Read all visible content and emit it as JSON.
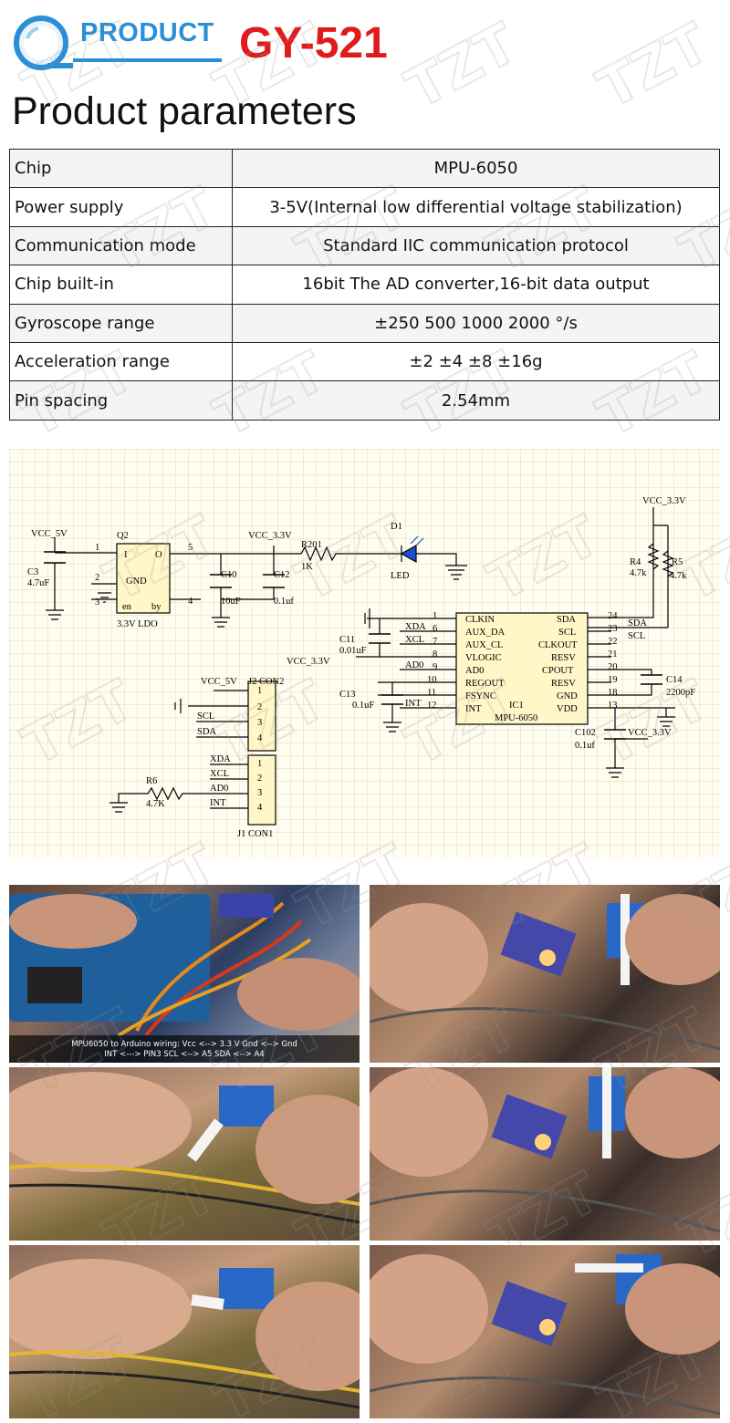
{
  "header": {
    "brand": "PRODUCT",
    "model": "GY-521",
    "section_title": "Product parameters",
    "watermark": "TZT"
  },
  "params": [
    {
      "key": "Chip",
      "value": "MPU-6050"
    },
    {
      "key": "Power supply",
      "value": "3-5V(Internal low differential voltage stabilization)"
    },
    {
      "key": "Communication mode",
      "value": "Standard IIC communication protocol"
    },
    {
      "key": "Chip built-in",
      "value": "16bit The AD converter,16-bit data output"
    },
    {
      "key": "Gyroscope range",
      "value": "±250 500 1000 2000 °/s"
    },
    {
      "key": "Acceleration range",
      "value": "±2 ±4 ±8 ±16g"
    },
    {
      "key": "Pin spacing",
      "value": "2.54mm"
    }
  ],
  "schematic": {
    "vcc5_a": "VCC_5V",
    "q2": "Q2",
    "c3": "C3",
    "c3v": "4.7uF",
    "q_i": "I",
    "q_o": "O",
    "q_gnd": "GND",
    "q_en": "en",
    "q_by": "by",
    "ldo": "3.3V  LDO",
    "n1": "1",
    "n2": "2",
    "n3": "3",
    "n4": "4",
    "n5": "5",
    "vcc33_a": "VCC_3.3V",
    "c10": "C10",
    "c10v": "10uF",
    "c12": "C12",
    "c12v": "0.1uf",
    "r201": "R201",
    "r201v": "1K",
    "d1": "D1",
    "led": "LED",
    "vcc33_b": "VCC_3.3V",
    "r4": "R4",
    "r4v": "4.7k",
    "r5": "R5",
    "r5v": "4.7k",
    "ic_left": [
      "CLKIN",
      "AUX_DA",
      "AUX_CL",
      "VLOGIC",
      "AD0",
      "REGOUT",
      "FSYNC",
      "INT"
    ],
    "ic_left_n": [
      "1",
      "6",
      "7",
      "8",
      "9",
      "10",
      "11",
      "12"
    ],
    "ic_right": [
      "SDA",
      "SCL",
      "CLKOUT",
      "RESV",
      "CPOUT",
      "RESV",
      "GND",
      "VDD"
    ],
    "ic_right_n": [
      "24",
      "23",
      "22",
      "21",
      "20",
      "19",
      "18",
      "13"
    ],
    "ic_name": "IC1",
    "ic_part": "MPU-6050",
    "net_xda": "XDA",
    "net_xcl": "XCL",
    "net_ad0": "AD0",
    "net_int": "INT",
    "sda_r": "SDA",
    "scl_r": "SCL",
    "c11": "C11",
    "c11v": "0.01uF",
    "vcc33_c": "VCC_3.3V",
    "c13": "C13",
    "c13v": "0.1uF",
    "c14": "C14",
    "c14v": "2200pF",
    "c102": "C102",
    "c102v": "0.1uf",
    "vcc33_d": "VCC_3.3V",
    "vcc5_b": "VCC_5V",
    "j2": "J2 CON2",
    "j2_pins": [
      "1",
      "2",
      "3",
      "4"
    ],
    "j2_scl": "SCL",
    "j2_sda": "SDA",
    "j1_pins": [
      "1",
      "2",
      "3",
      "4"
    ],
    "j1_nets": [
      "XDA",
      "XCL",
      "AD0",
      "INT"
    ],
    "j1": "J1 CON1",
    "r6": "R6",
    "r6v": "4.7K"
  },
  "photo_caption": {
    "line1": "MPU6050 to Arduino wiring:     Vcc <--> 3.3 V     Gnd <--> Gnd",
    "line2": "INT <---> PIN3     SCL <--> A5     SDA <--> A4"
  }
}
